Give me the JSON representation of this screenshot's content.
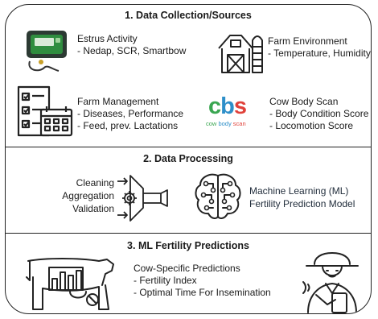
{
  "sections": [
    {
      "title": "1. Data Collection/Sources",
      "items": [
        {
          "heading": "Estrus Activity",
          "detail": "- Nedap, SCR, Smartbow",
          "icon": "activity-sensor-icon"
        },
        {
          "heading": "Farm Environment",
          "detail": "- Temperature, Humidity",
          "icon": "barn-silo-icon"
        },
        {
          "heading": "Farm Management",
          "lines": [
            "- Diseases, Performance",
            "- Feed, prev. Lactations"
          ],
          "icon": "checklist-calendar-icon"
        },
        {
          "heading": "Cow Body Scan",
          "lines": [
            "- Body Condition Score",
            "- Locomotion Score"
          ],
          "icon": "cbs-logo"
        }
      ]
    },
    {
      "title": "2. Data Processing",
      "steps": [
        "Cleaning",
        "Aggregation",
        "Validation"
      ],
      "model_lines": [
        "Machine Learning (ML)",
        "Fertility Prediction Model"
      ]
    },
    {
      "title": "3. ML Fertility Predictions",
      "heading": "Cow-Specific Predictions",
      "lines": [
        "- Fertility Index",
        "- Optimal Time For Insemination"
      ]
    }
  ],
  "logo": {
    "letters": [
      "c",
      "b",
      "s"
    ],
    "letter_colors": [
      "#3aa651",
      "#2e8fc9",
      "#e0413a"
    ],
    "words": [
      "cow",
      "body",
      "scan"
    ]
  },
  "colors": {
    "border": "#222222",
    "accent_ml": "#222e3c",
    "device": "#2f8d3f"
  }
}
